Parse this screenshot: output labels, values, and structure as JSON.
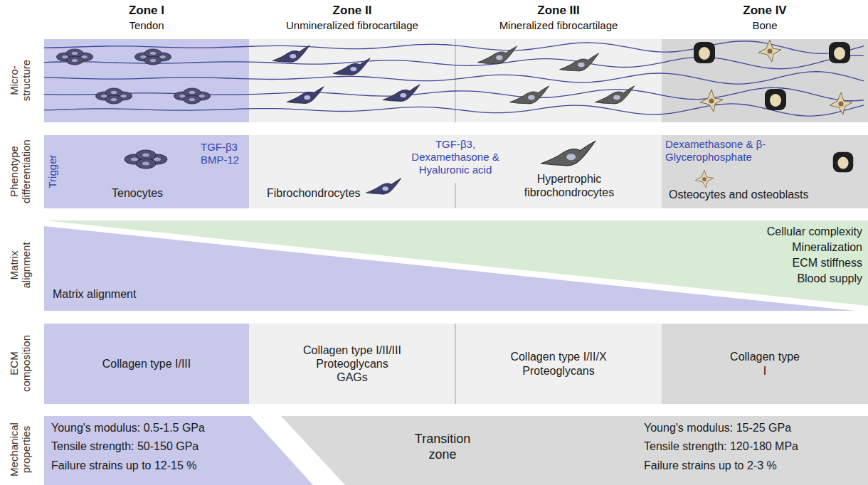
{
  "diagram": {
    "nodes": [
      {
        "text": [
          "Trigger",
          "Tenocytes",
          "TGF-β3 BMP-12"
        ]
      },
      {
        "text": [
          "Fibrochondrocytes",
          "TGF-β3, Dexamethasone & Hyaluronic acid",
          "Hypertrophic fibrochondrocytes"
        ]
      },
      {
        "text": [
          "Dexamethasone & β-Glycerophosphate",
          "Osteocytes and osteoblasts"
        ]
      },
      {
        "text": [
          "Matrix alignment"
        ]
      },
      {
        "text": [
          "Cellular complexity",
          "Mineralization",
          "ECM stiffness",
          "Blood supply"
        ]
      },
      {
        "text": [
          "Collagen type I/III"
        ]
      },
      {
        "text": [
          "Collagen type I/II/III",
          "Proteoglycans",
          "GAGs"
        ]
      },
      {
        "text": [
          "Collagen type I/II/X",
          "Proteoglycans"
        ]
      },
      {
        "text": [
          "Collagen type I"
        ]
      },
      {
        "text": [
          "Young's modulus: 0.5-1.5 GPa",
          "Tensile strength: 50-150 GPa",
          "Failure strains up to 12-15 %"
        ]
      },
      {
        "text": [
          "Transition zone",
          "Young's modulus: 15-25 GPa",
          "Tensile strength: 120-180 MPa",
          "Failure strains up to 2-3 %"
        ]
      }
    ],
    "labels": [
      "Zone I",
      "Tendon",
      "Zone II",
      "Unmineralized fibrocartilage",
      "Zone III",
      "Mineralized fibrocartilage",
      "Zone IV",
      "Bone",
      "Micro-structure",
      "Phenotype differentiation",
      "Matrix alignment",
      "ECM composition",
      "Mechanical properties"
    ]
  }
}
